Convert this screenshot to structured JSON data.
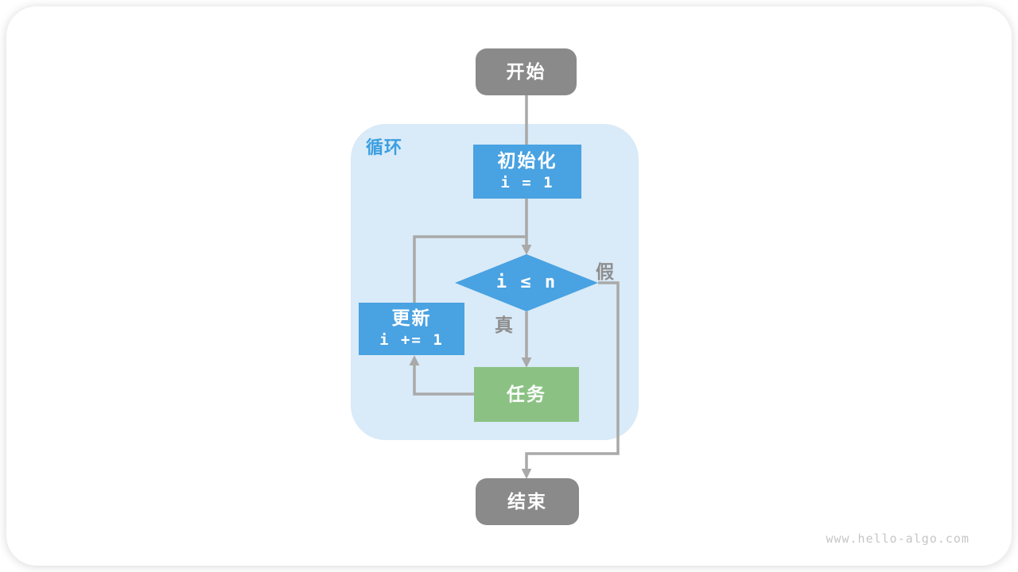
{
  "diagram": {
    "type": "flowchart",
    "loop_region_label": "循环",
    "nodes": {
      "start": {
        "label": "开始"
      },
      "init": {
        "label": "初始化",
        "code": "i = 1"
      },
      "condition": {
        "code": "i ≤ n"
      },
      "task": {
        "label": "任务"
      },
      "update": {
        "label": "更新",
        "code": "i += 1"
      },
      "end": {
        "label": "结束"
      }
    },
    "edge_labels": {
      "true": "真",
      "false": "假"
    },
    "watermark": "www.hello-algo.com",
    "colors": {
      "node-blue": "#49A2E1",
      "node-green": "#8BC284",
      "node-gray": "#8A8A8A",
      "loop-bg": "#D9EAF8",
      "edge-gray": "#A9A9A9",
      "label-gray": "#8E8E8E",
      "loop-label-blue": "#3B9FE0",
      "watermark-gray": "#C6C6C6"
    }
  }
}
